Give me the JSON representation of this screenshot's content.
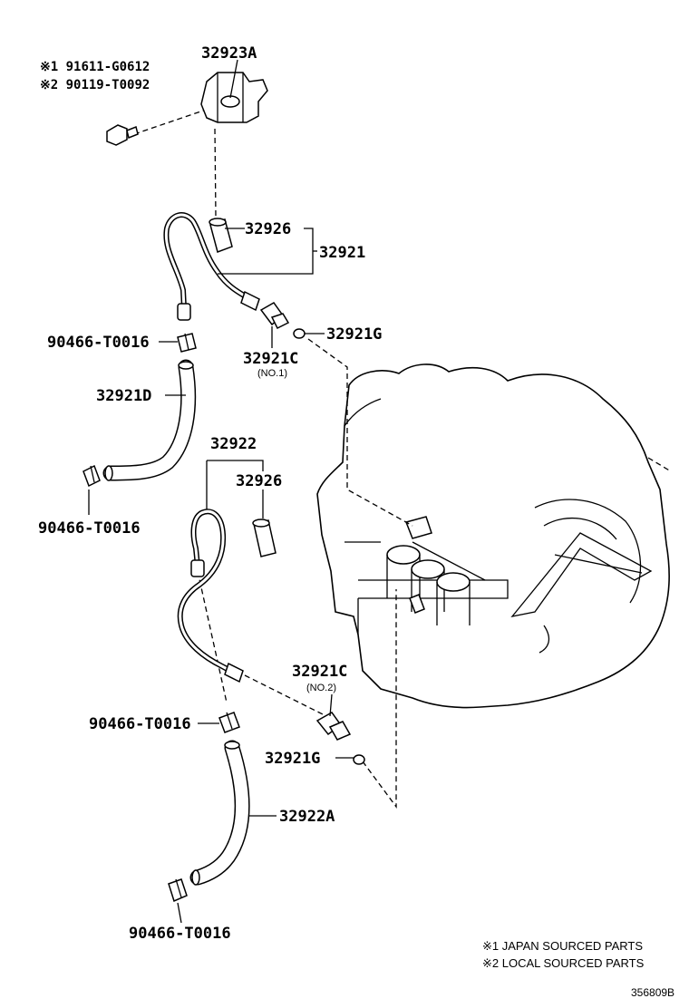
{
  "labels": {
    "bracket": "32923A",
    "bolt_note1": "※1 91611-G0612",
    "bolt_note2": "※2 90119-T0092",
    "sleeve_top": "32926",
    "tube_set_upper": "32921",
    "clamp_1": "90466-T0016",
    "gasket_top": "32921G",
    "union_top": "32921C",
    "union_top_sub": "(NO.1)",
    "hose_upper": "32921D",
    "clamp_2": "90466-T0016",
    "tube_set_lower": "32922",
    "sleeve_lower": "32926",
    "union_lower": "32921C",
    "union_lower_sub": "(NO.2)",
    "clamp_3": "90466-T0016",
    "gasket_lower": "32921G",
    "hose_lower": "32922A",
    "clamp_4": "90466-T0016"
  },
  "legend": {
    "line1": "※1 JAPAN SOURCED PARTS",
    "line2": "※2 LOCAL SOURCED PARTS"
  },
  "figure_code": "356809B"
}
